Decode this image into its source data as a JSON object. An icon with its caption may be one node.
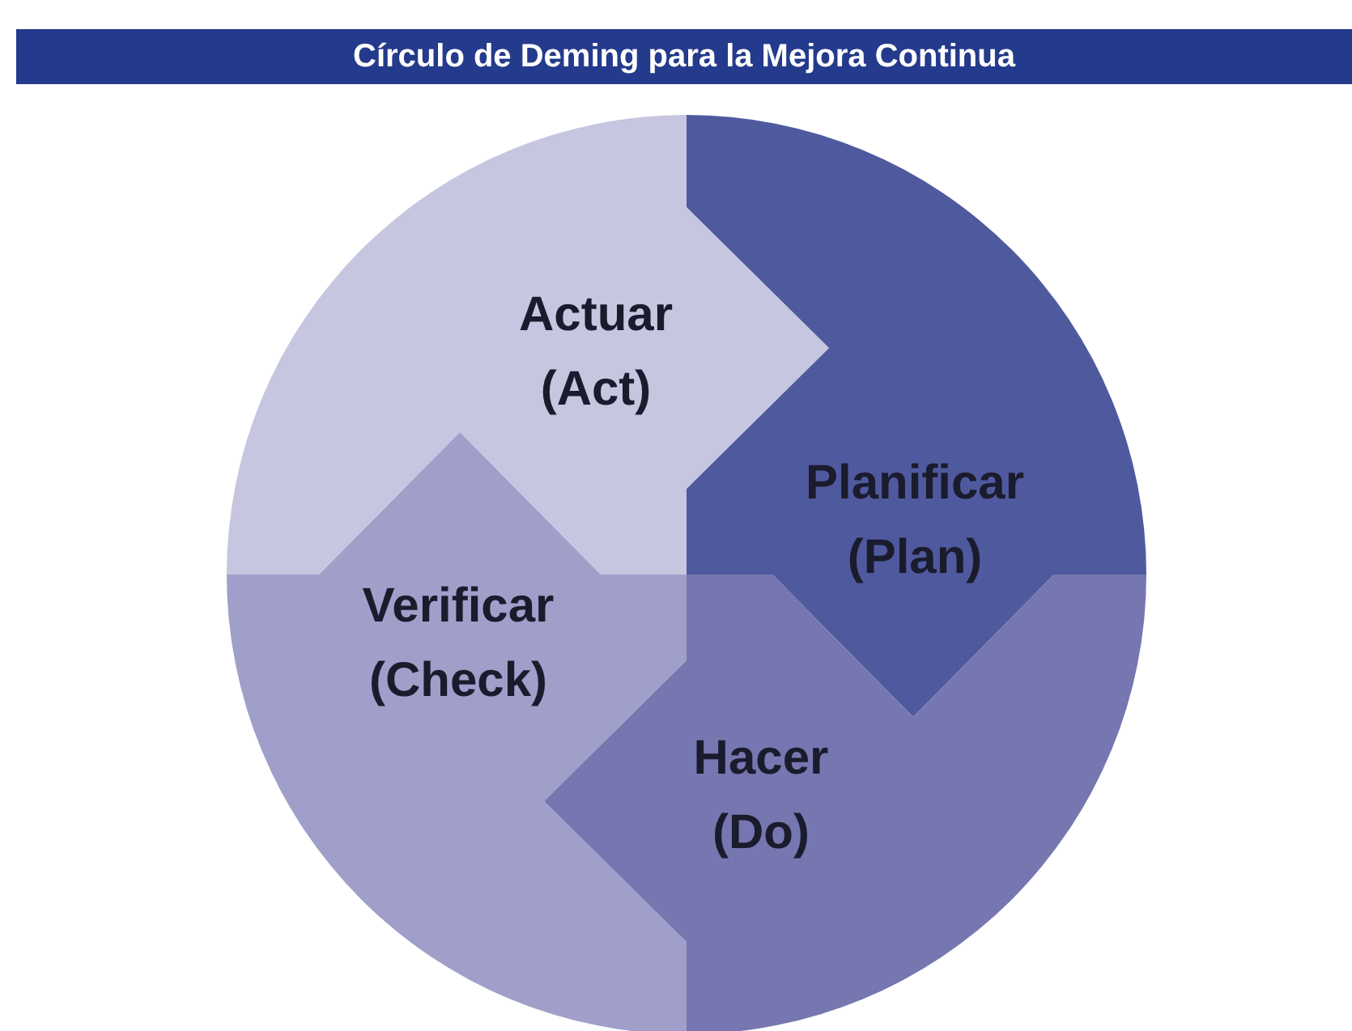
{
  "diagram": {
    "title": "Círculo de Deming para la Mejora Continua",
    "nodes": [
      {
        "text": [
          "Actuar (Act)"
        ]
      },
      {
        "text": [
          "Planificar (Plan)"
        ]
      },
      {
        "text": [
          "Verificar (Check)"
        ]
      },
      {
        "text": [
          "Hacer (Do)"
        ]
      }
    ],
    "edges": []
  }
}
